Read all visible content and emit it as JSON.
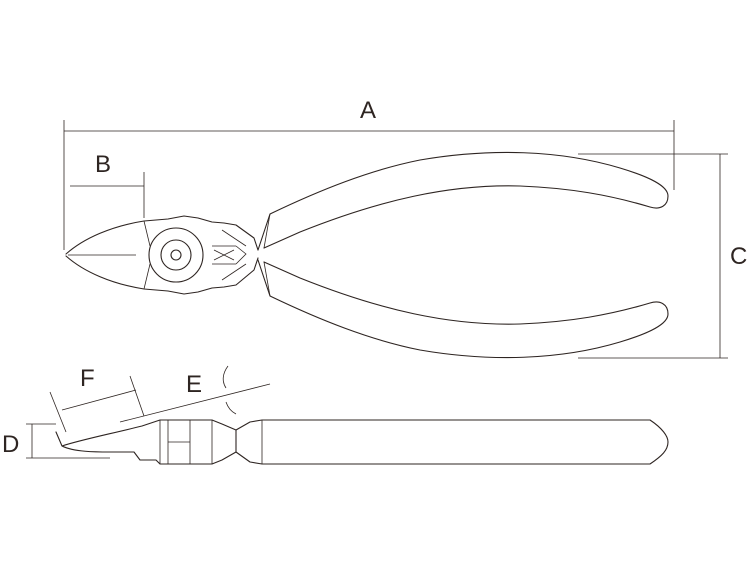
{
  "labels": {
    "a": "A",
    "b": "B",
    "c": "C",
    "d": "D",
    "e": "E",
    "f": "F"
  },
  "colors": {
    "stroke": "#2e2522",
    "background": "#ffffff"
  }
}
